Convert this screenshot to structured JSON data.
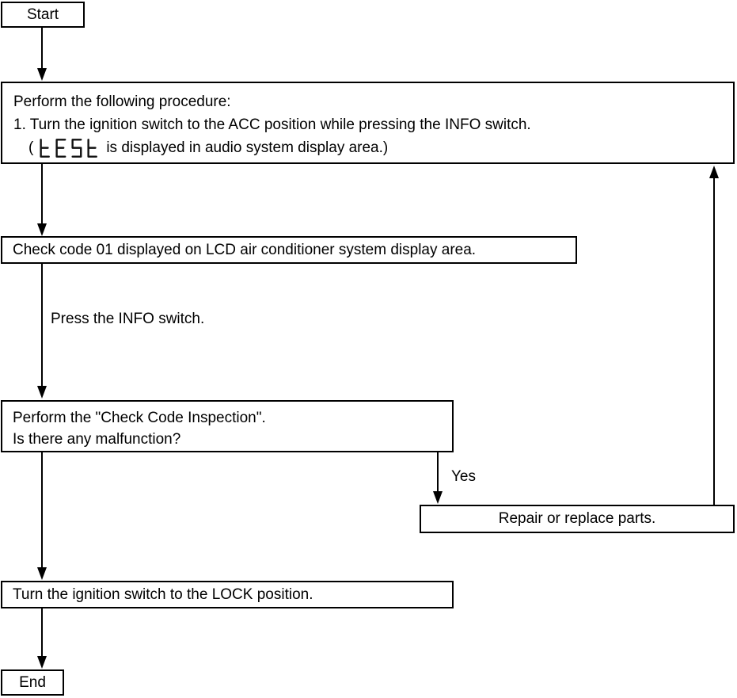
{
  "colors": {
    "background": "#ffffff",
    "line": "#000000"
  },
  "nodes": {
    "start": {
      "label": "Start"
    },
    "procedure": {
      "line1": "Perform the following procedure:",
      "line2": "1. Turn the ignition switch to the ACC position while pressing the INFO switch.",
      "line3_prefix": "(",
      "display_code": "tESt",
      "line3_suffix": "is displayed in audio system display area.)"
    },
    "check_code": {
      "label": "Check code 01 displayed on LCD air conditioner system display area."
    },
    "inspection": {
      "line1": "Perform the \"Check Code Inspection\".",
      "line2": "Is there any malfunction?"
    },
    "repair": {
      "label": "Repair or replace parts."
    },
    "lock": {
      "label": "Turn the ignition switch to the LOCK position."
    },
    "end": {
      "label": "End"
    }
  },
  "edges": {
    "press_info": "Press the INFO switch.",
    "yes": "Yes"
  }
}
